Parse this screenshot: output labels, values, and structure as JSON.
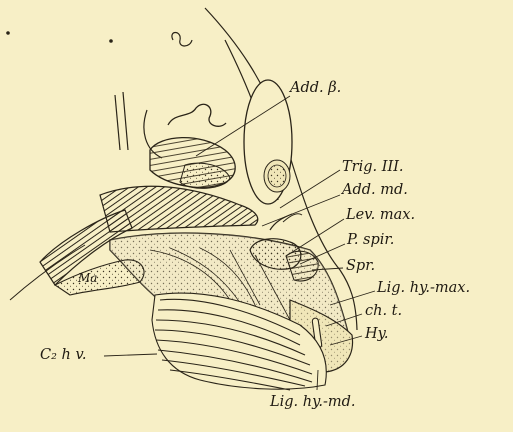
{
  "figure": {
    "background": "#f7efc6",
    "ink": "#1f1a12",
    "labels": {
      "add_beta": "Add. β.",
      "trig_iii": "Trig. III.",
      "add_md": "Add. md.",
      "lev_max": "Lev. max.",
      "p_spir": "P. spir.",
      "spr": "Spr.",
      "lig_hy_max": "Lig. hy.-max.",
      "ch_t": "ch. t.",
      "hy": "Hy.",
      "c2hv": "C₂ h v.",
      "lig_hy_md": "Lig. hy.-md.",
      "ma": "Ma"
    }
  }
}
